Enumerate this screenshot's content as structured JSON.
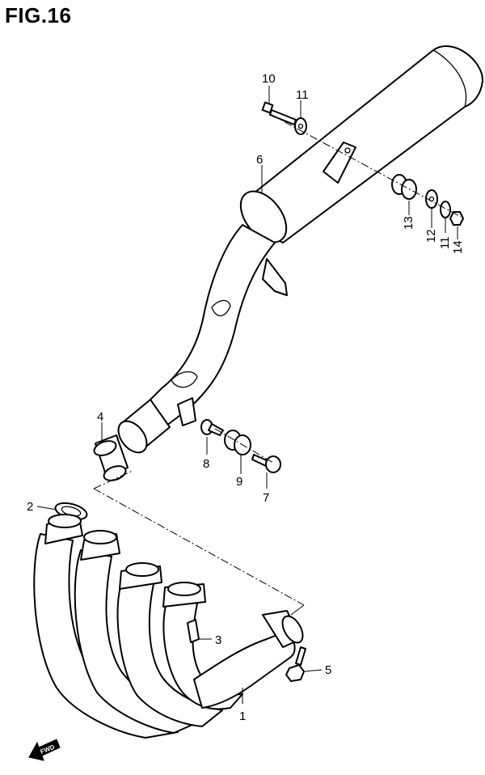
{
  "figure": {
    "title": "FIG.16",
    "forward_marker": "FWD",
    "callouts": [
      {
        "id": "c1",
        "label": "1"
      },
      {
        "id": "c2",
        "label": "2"
      },
      {
        "id": "c3",
        "label": "3"
      },
      {
        "id": "c4",
        "label": "4"
      },
      {
        "id": "c5",
        "label": "5"
      },
      {
        "id": "c6",
        "label": "6"
      },
      {
        "id": "c7",
        "label": "7"
      },
      {
        "id": "c8",
        "label": "8"
      },
      {
        "id": "c9",
        "label": "9"
      },
      {
        "id": "c10",
        "label": "10"
      },
      {
        "id": "c11a",
        "label": "11"
      },
      {
        "id": "c11b",
        "label": "11"
      },
      {
        "id": "c12",
        "label": "12"
      },
      {
        "id": "c13",
        "label": "13"
      },
      {
        "id": "c14",
        "label": "14"
      }
    ]
  }
}
